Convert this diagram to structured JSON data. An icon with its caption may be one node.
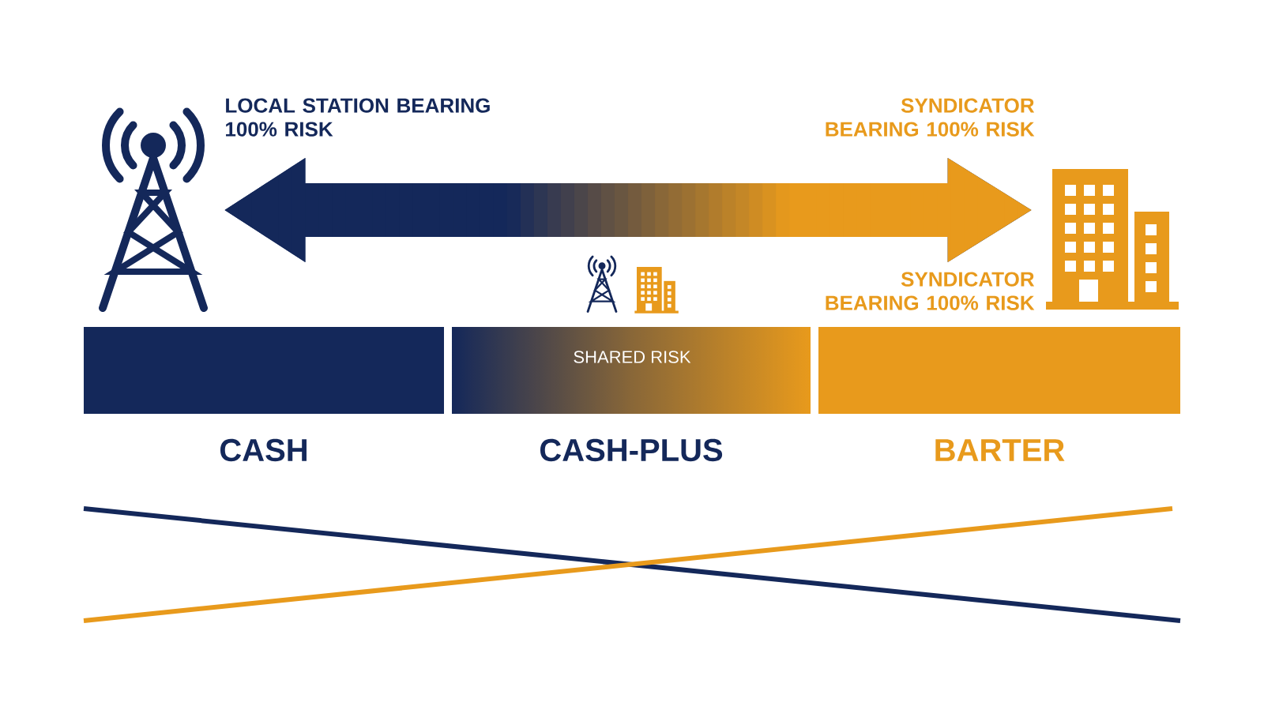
{
  "diagram": {
    "nodes": [
      {
        "text": [],
        "shape": "picture",
        "beside": [
          "LOCAL STATION BEARING 100% RISK"
        ]
      },
      {
        "text": [],
        "shape": "picture",
        "beside": [
          "SYNDICATOR BEARING 100% RISK",
          "SYNDICATOR BEARING 100% RISK"
        ]
      },
      {
        "text": [
          "CASH"
        ]
      },
      {
        "text": [
          "SHARED RISK",
          "CASH-PLUS"
        ]
      },
      {
        "text": [
          "BARTER"
        ]
      }
    ],
    "edges": [
      {
        "from": 0,
        "to": 1,
        "arrow": "both"
      }
    ]
  }
}
